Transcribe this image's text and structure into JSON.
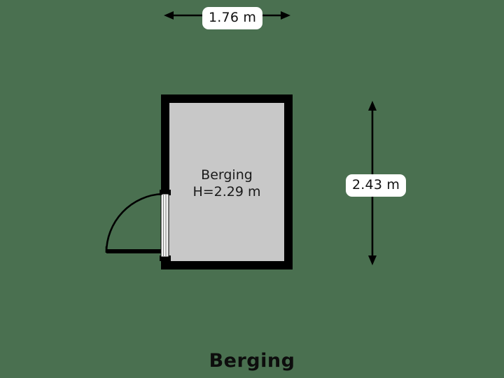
{
  "plan": {
    "title": "Berging",
    "background_color": "#4a7050",
    "wall_color": "#000000",
    "floor_color": "#c8c8c8",
    "label_pill_color": "#ffffff",
    "text_color": "#111111"
  },
  "room": {
    "name": "Berging",
    "height_label": "H=2.29 m",
    "ceiling_height_m": 2.29
  },
  "dimensions": {
    "top": {
      "label": "1.76 m",
      "value_m": 1.76,
      "orientation": "horizontal"
    },
    "right": {
      "label": "2.43 m",
      "value_m": 2.43,
      "orientation": "vertical"
    }
  },
  "door": {
    "swing": "left-outward",
    "hinge": "top"
  }
}
